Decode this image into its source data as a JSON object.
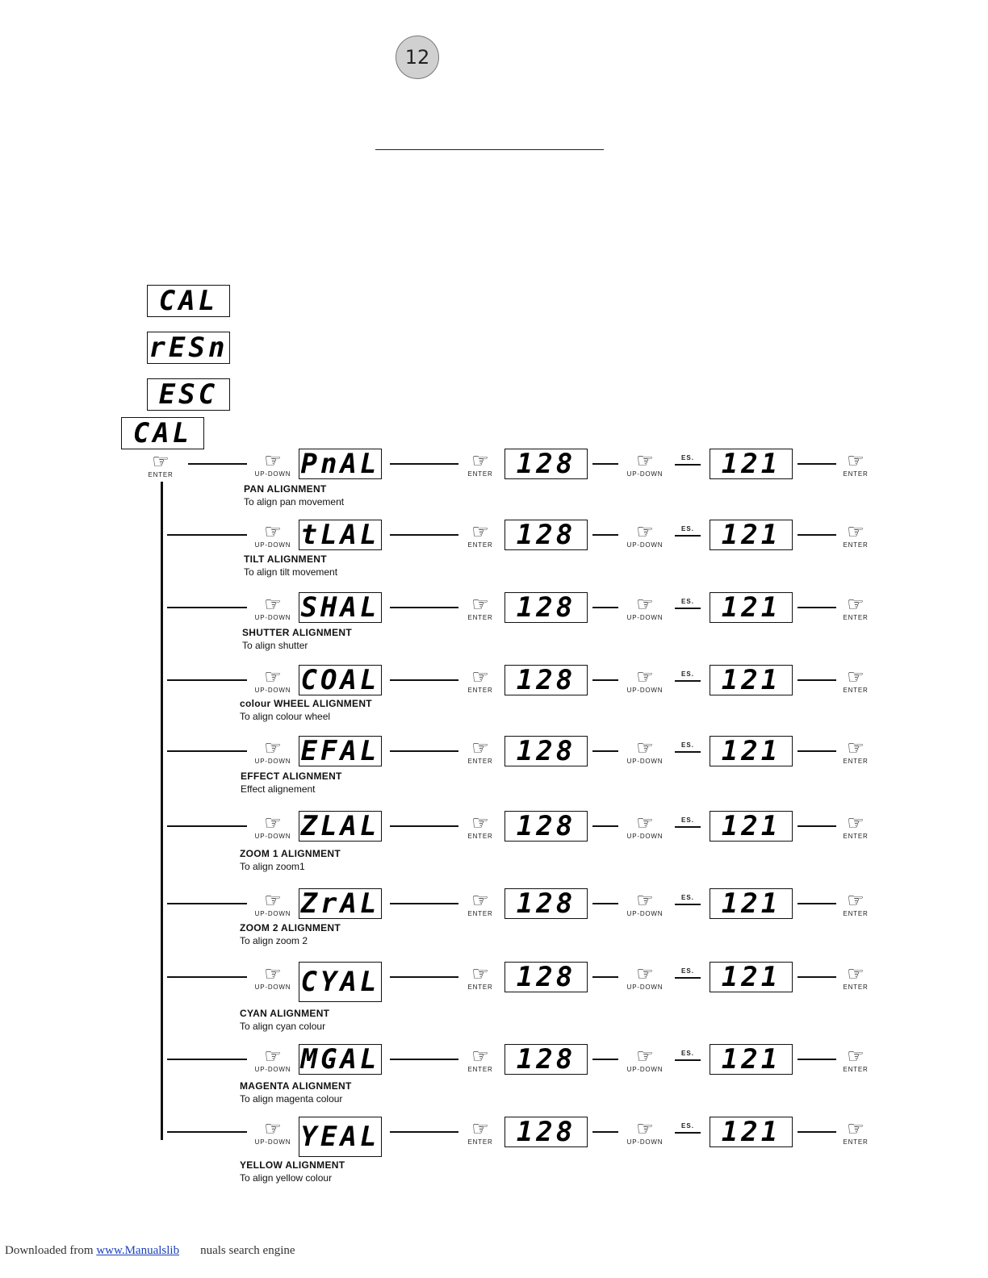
{
  "page_number": "12",
  "top_menu": [
    "CAL",
    "rESn",
    "ESC",
    "CAL"
  ],
  "key_labels": {
    "enter": "ENTER",
    "up_down": "UP-DOWN",
    "esc": "ES."
  },
  "icons": {
    "hand": "pointing-hand-icon"
  },
  "default_value": "128",
  "adjusted_value": "121",
  "rows": [
    {
      "code": "PnAL",
      "title": "PAN ALIGNMENT",
      "desc": "To align pan movement"
    },
    {
      "code": "tLAL",
      "title": "TILT ALIGNMENT",
      "desc": "To align tilt movement"
    },
    {
      "code": "SHAL",
      "title": "SHUTTER ALIGNMENT",
      "desc": "To align shutter"
    },
    {
      "code": "COAL",
      "title": "colour WHEEL ALIGNMENT",
      "desc": "To align colour wheel"
    },
    {
      "code": "EFAL",
      "title": "EFFECT ALIGNMENT",
      "desc": "Effect alignement"
    },
    {
      "code": "ZLAL",
      "title": "ZOOM 1  ALIGNMENT",
      "desc": "To align zoom1"
    },
    {
      "code": "ZrAL",
      "title": "ZOOM 2 ALIGNMENT",
      "desc": "To align zoom 2"
    },
    {
      "code": "CYAL",
      "title": "CYAN ALIGNMENT",
      "desc": "To align cyan colour"
    },
    {
      "code": "MGAL",
      "title": "MAGENTA ALIGNMENT",
      "desc": "To align magenta colour"
    },
    {
      "code": "YEAL",
      "title": "YELLOW ALIGNMENT",
      "desc": "To align yellow colour"
    }
  ],
  "footer": {
    "prefix": "Downloaded from ",
    "link_text": "www.Manualslib",
    "tail": "nuals search engine"
  }
}
